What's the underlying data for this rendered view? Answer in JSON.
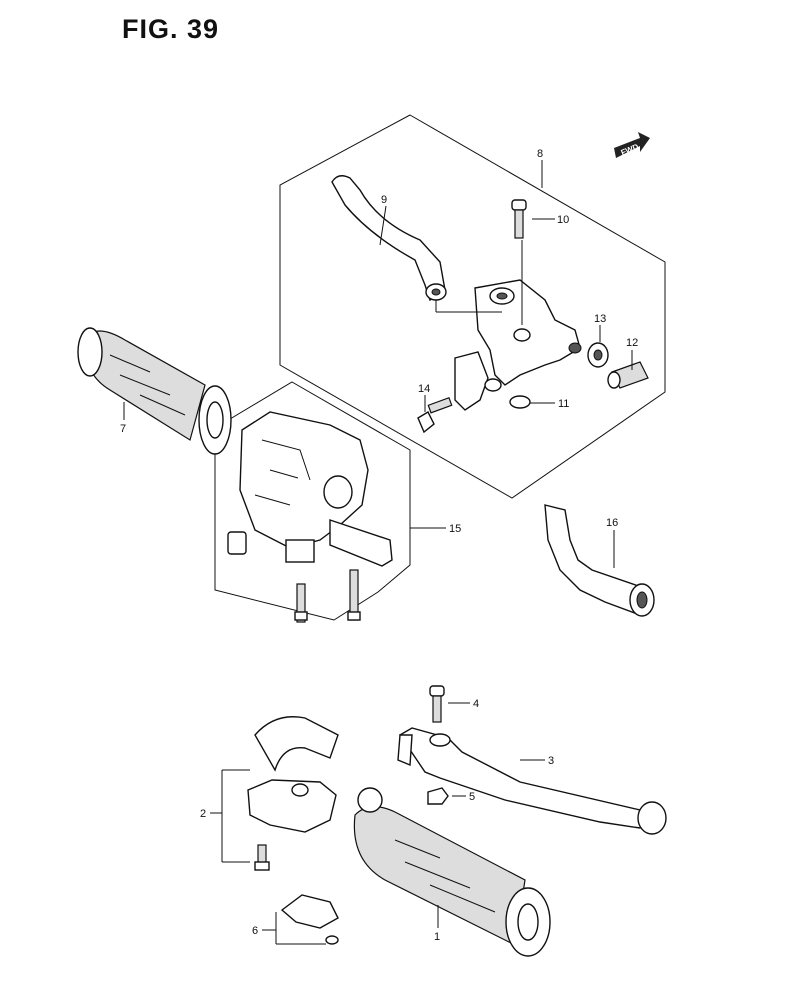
{
  "figure": {
    "title": "FIG. 39"
  },
  "fwd_label": "FWD",
  "callouts": [
    "1",
    "2",
    "3",
    "4",
    "5",
    "6",
    "7",
    "8",
    "9",
    "10",
    "11",
    "12",
    "13",
    "14",
    "15",
    "16"
  ]
}
